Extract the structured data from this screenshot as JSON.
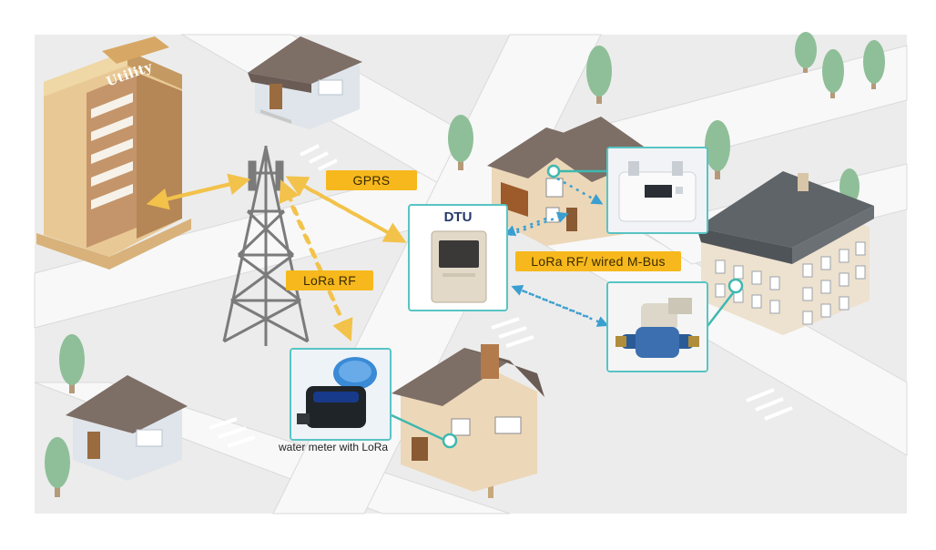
{
  "building_sign": "Utility",
  "labels": {
    "gprs": "GPRS",
    "lora_rf": "LoRa RF",
    "lora_wired": "LoRa RF/ wired M-Bus"
  },
  "devices": {
    "dtu_title": "DTU",
    "water_meter_caption": "water meter with LoRa"
  },
  "colors": {
    "label_fill": "#f6b81c",
    "link_arrow": "#f2c24a",
    "frame_border": "#58c4c4",
    "dotted_link": "#3a9fd0",
    "ground": "#eeeeee",
    "road": "#f7f7f7",
    "roof": "#7d6e66"
  },
  "icons": [
    "cell-tower-icon",
    "utility-building-icon",
    "house-icon",
    "apartment-building-icon",
    "tree-icon",
    "water-meter-icon",
    "gas-meter-icon",
    "dtu-device-icon"
  ]
}
